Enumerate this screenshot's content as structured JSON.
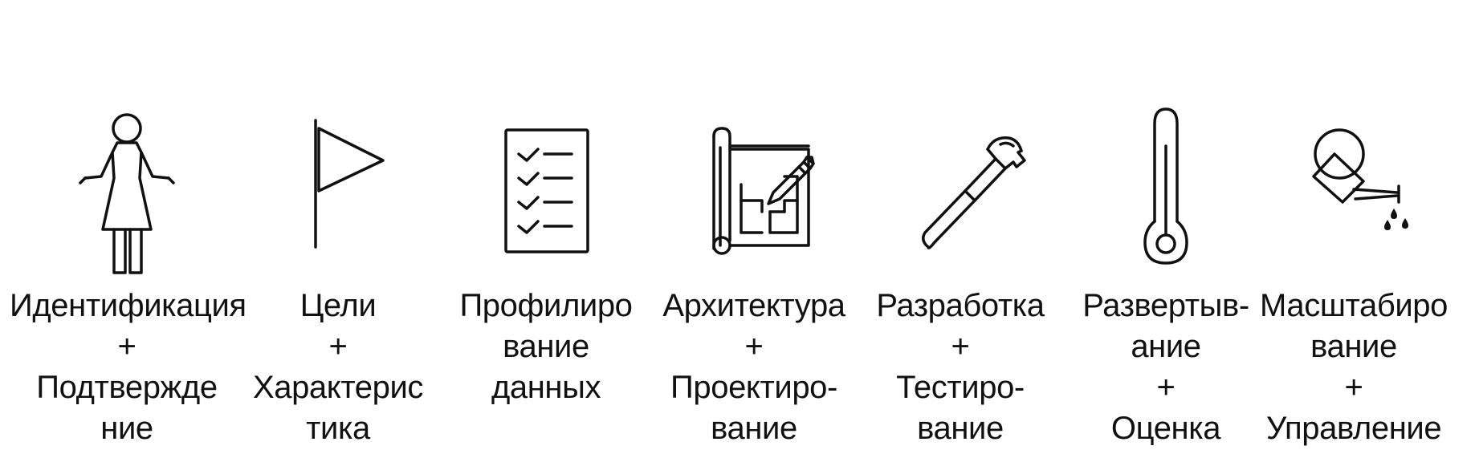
{
  "steps": [
    {
      "id": "identification",
      "icon": "person-icon",
      "caption_lines": [
        "Идентификация",
        "+",
        "Подтвержде",
        "ние"
      ]
    },
    {
      "id": "goals",
      "icon": "flag-icon",
      "caption_lines": [
        "Цели",
        "+",
        "Характерис",
        "тика"
      ]
    },
    {
      "id": "profiling",
      "icon": "checklist-icon",
      "caption_lines": [
        "Профилиро",
        "вание",
        "данных"
      ]
    },
    {
      "id": "architecture",
      "icon": "blueprint-pencil-icon",
      "caption_lines": [
        "Архитектура",
        "+",
        "Проектиро-",
        "вание"
      ]
    },
    {
      "id": "development",
      "icon": "hammer-icon",
      "caption_lines": [
        "Разработка",
        "+",
        "Тестиро-",
        "вание"
      ]
    },
    {
      "id": "deployment",
      "icon": "thermometer-icon",
      "caption_lines": [
        "Развертыв-",
        "ание",
        "+",
        "Оценка"
      ]
    },
    {
      "id": "scaling",
      "icon": "watering-can-icon",
      "caption_lines": [
        "Масштабиро",
        "вание",
        "+",
        "Управление"
      ]
    }
  ]
}
